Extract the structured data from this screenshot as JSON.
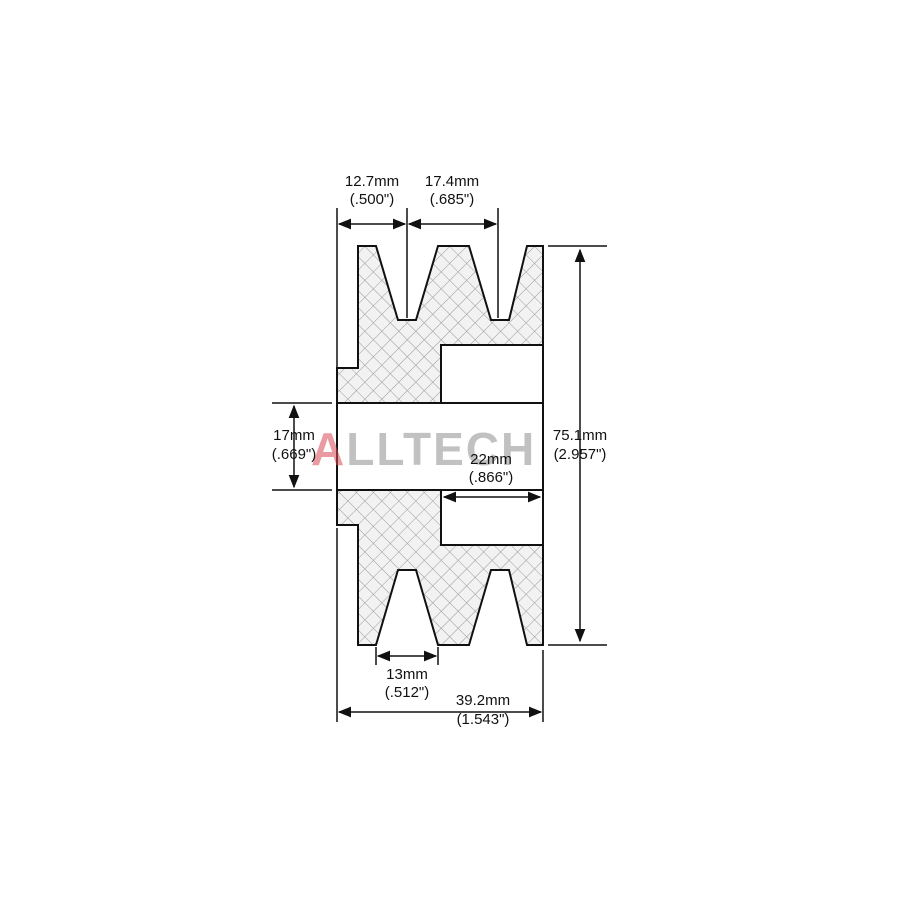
{
  "colors": {
    "outline": "#111111",
    "hatch": "#9a9a9a",
    "fill": "#f2f2f2",
    "watermark_red": "#d84a55",
    "watermark_grey": "#8f8f8f"
  },
  "dimensions": {
    "groove_top_width": {
      "metric": "12.7mm",
      "imperial": "(.500\")"
    },
    "groove_pitch": {
      "metric": "17.4mm",
      "imperial": "(.685\")"
    },
    "bore_diameter": {
      "metric": "17mm",
      "imperial": "(.669\")"
    },
    "hub_depth": {
      "metric": "22mm",
      "imperial": "(.866\")"
    },
    "outer_diameter": {
      "metric": "75.1mm",
      "imperial": "(2.957\")"
    },
    "groove_bottom_width": {
      "metric": "13mm",
      "imperial": "(.512\")"
    },
    "overall_width": {
      "metric": "39.2mm",
      "imperial": "(1.543\")"
    }
  },
  "watermark": {
    "first_letter": "A",
    "rest": "LLTECH"
  }
}
